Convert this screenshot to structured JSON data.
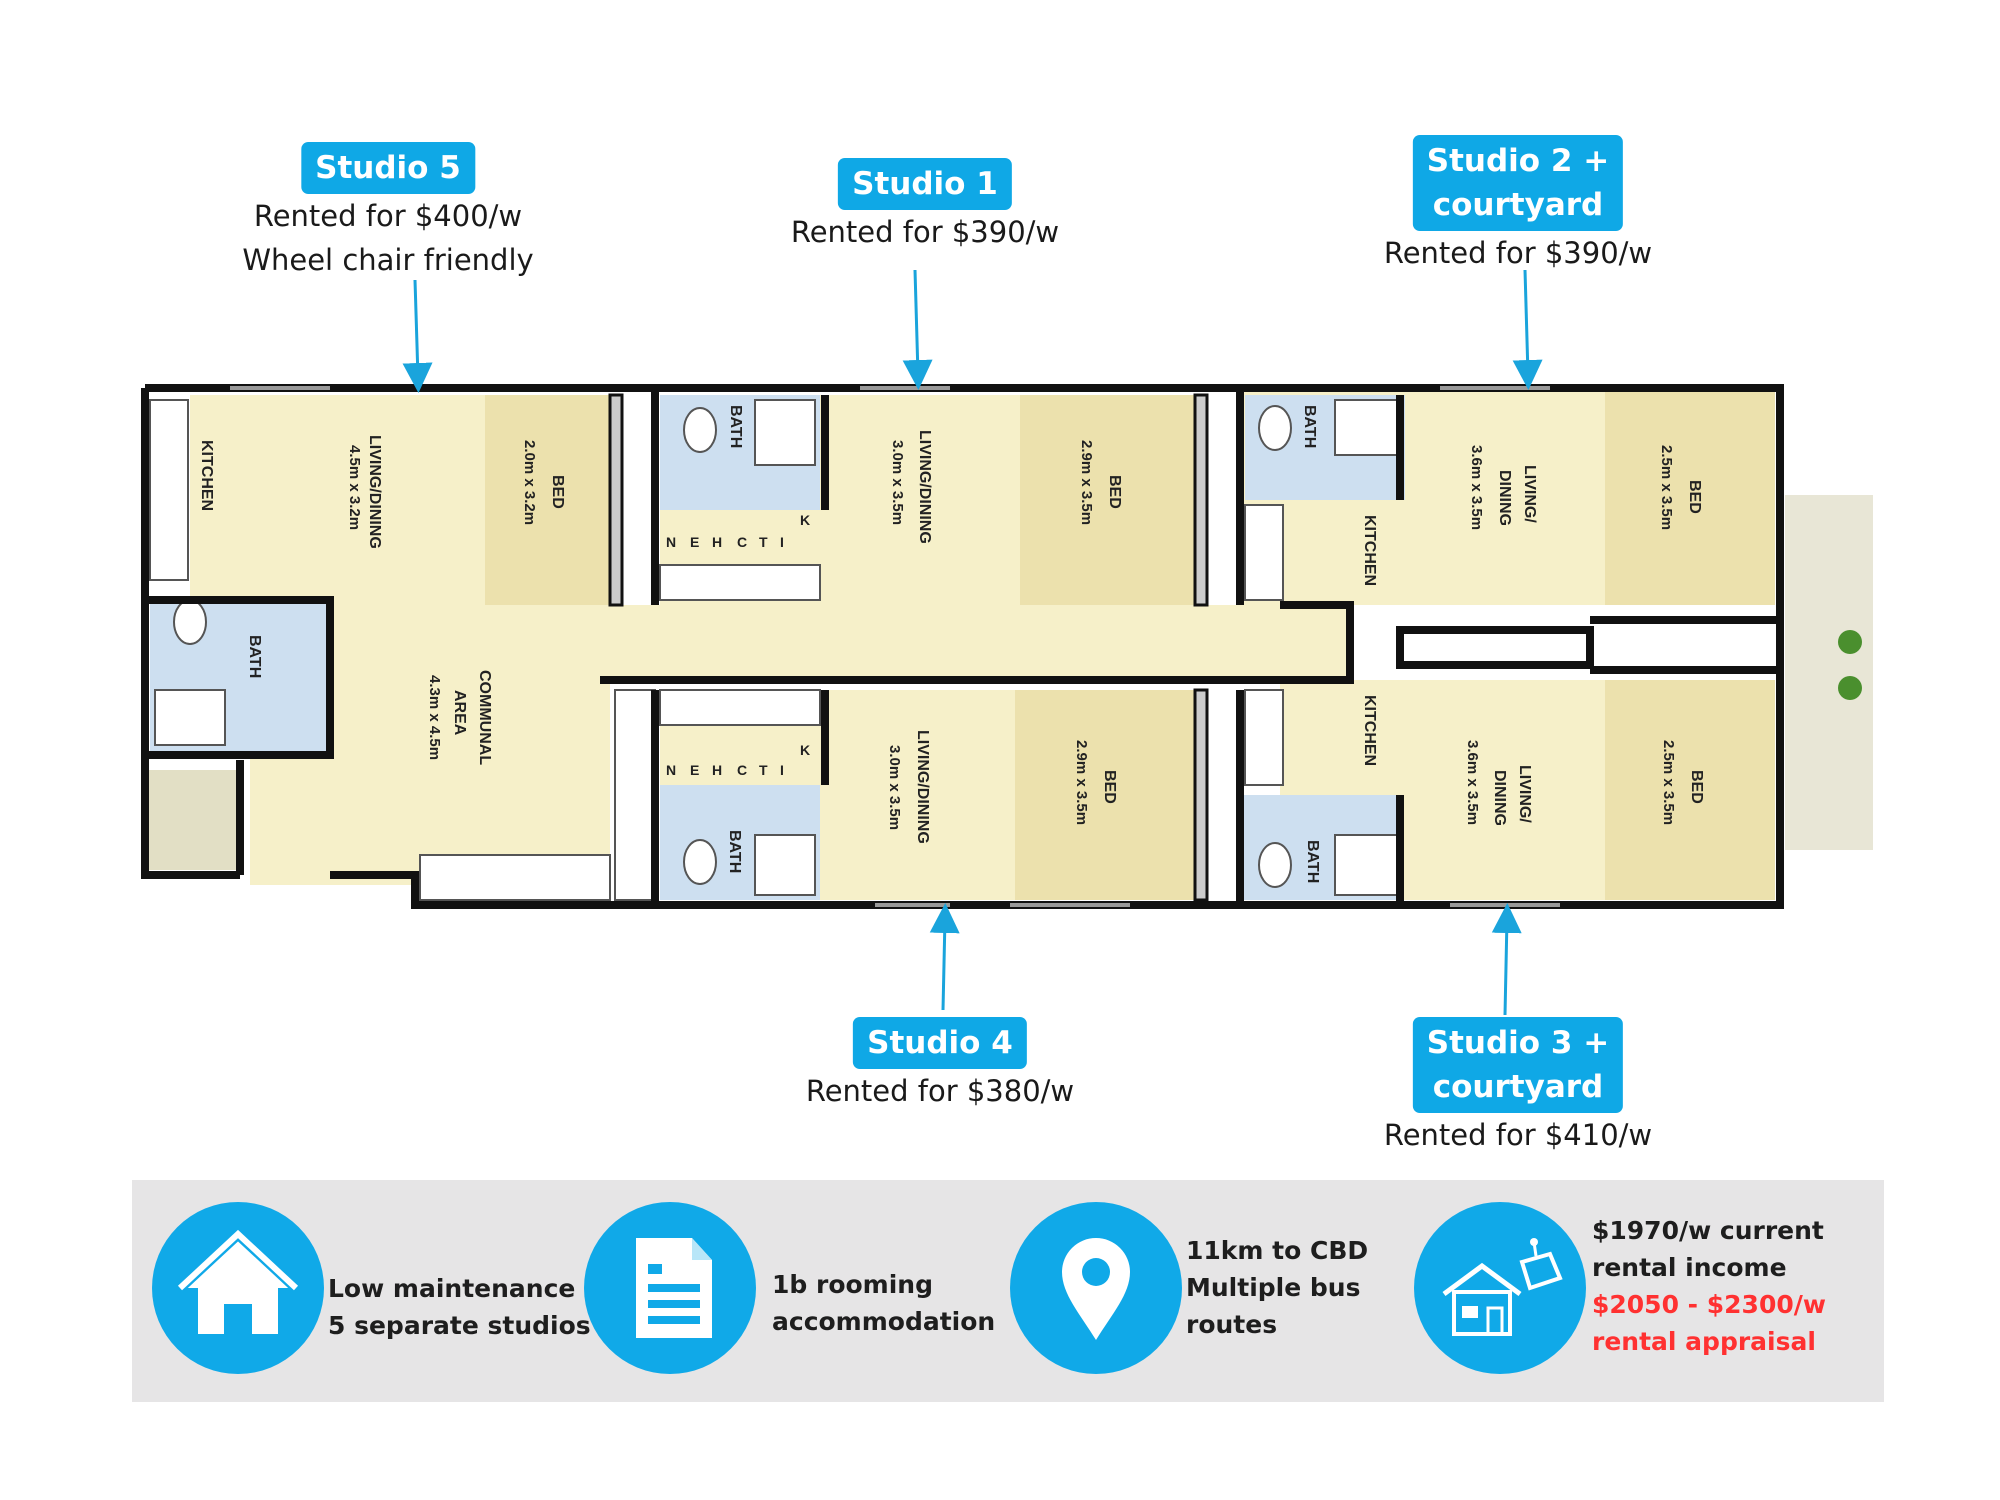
{
  "callouts": {
    "studio5": {
      "badge": "Studio 5",
      "line1": "Rented for $400/w",
      "line2": "Wheel chair friendly"
    },
    "studio1": {
      "badge": "Studio 1",
      "line1": "Rented for $390/w"
    },
    "studio2": {
      "badge_line1": "Studio 2 +",
      "badge_line2": "courtyard",
      "line1": "Rented for $390/w"
    },
    "studio4": {
      "badge": "Studio 4",
      "line1": "Rented for $380/w"
    },
    "studio3": {
      "badge_line1": "Studio 3 +",
      "badge_line2": "courtyard",
      "line1": "Rented for $410/w"
    }
  },
  "rooms": {
    "kitchen": "KITCHEN",
    "living_dining": "LIVING/DINING",
    "living": "LIVING/",
    "dining": "DINING",
    "bed": "BED",
    "bath": "BATH",
    "communal": "COMMUNAL",
    "area": "AREA",
    "kitchen_letters": [
      "K",
      "I",
      "T",
      "C",
      "H",
      "E",
      "N"
    ],
    "dim_s5_living": "4.5m x 3.2m",
    "dim_s5_bed": "2.0m x 3.2m",
    "dim_s1_living": "3.0m x 3.5m",
    "dim_s1_bed": "2.9m x 3.5m",
    "dim_s2_living": "3.6m x 3.5m",
    "dim_s2_bed": "2.5m x 3.5m",
    "dim_communal": "4.3m x 4.5m",
    "dim_s4_living": "3.0m x 3.5m",
    "dim_s4_bed": "2.9m x 3.5m",
    "dim_s3_living": "3.6m x 3.5m",
    "dim_s3_bed": "2.5m x 3.5m"
  },
  "features": [
    {
      "icon": "house-icon",
      "lines": [
        "Low maintenance",
        "5 separate studios"
      ]
    },
    {
      "icon": "document-icon",
      "lines": [
        "1b rooming",
        "accommodation"
      ]
    },
    {
      "icon": "location-pin-icon",
      "lines": [
        "11km to CBD",
        "Multiple bus",
        "routes"
      ]
    },
    {
      "icon": "rent-sign-icon",
      "lines": [
        "$1970/w current",
        "rental income"
      ],
      "red_lines": [
        "$2050 - $2300/w",
        "rental appraisal"
      ]
    }
  ],
  "colors": {
    "accent": "#0fa8e6",
    "red": "#ff3131",
    "room": "#f6f0c9",
    "bed": "#ece1ad",
    "bath": "#cddff0",
    "wall": "#111111",
    "footer_bg": "#e6e5e6"
  }
}
